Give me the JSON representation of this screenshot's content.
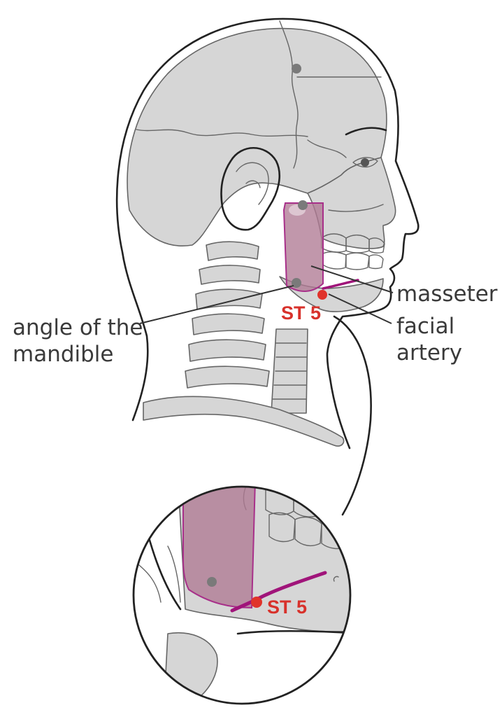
{
  "labels": {
    "masseter": "masseter",
    "facial_artery_line1": "facial",
    "facial_artery_line2": "artery",
    "angle_line1": "angle of the",
    "angle_line2": "mandible",
    "point_main": "ST 5",
    "point_zoom": "ST 5"
  },
  "colors": {
    "point": "#e0332b",
    "point_text": "#d8312b",
    "muscle_fill": "#b07a94",
    "muscle_stroke": "#a8308a",
    "artery": "#a0147a",
    "bone_fill": "#d6d6d6",
    "marker": "#7a7a7a"
  },
  "icons": [
    "acupoint-marker",
    "bone-landmark-dot",
    "zoom-callout-circle"
  ]
}
